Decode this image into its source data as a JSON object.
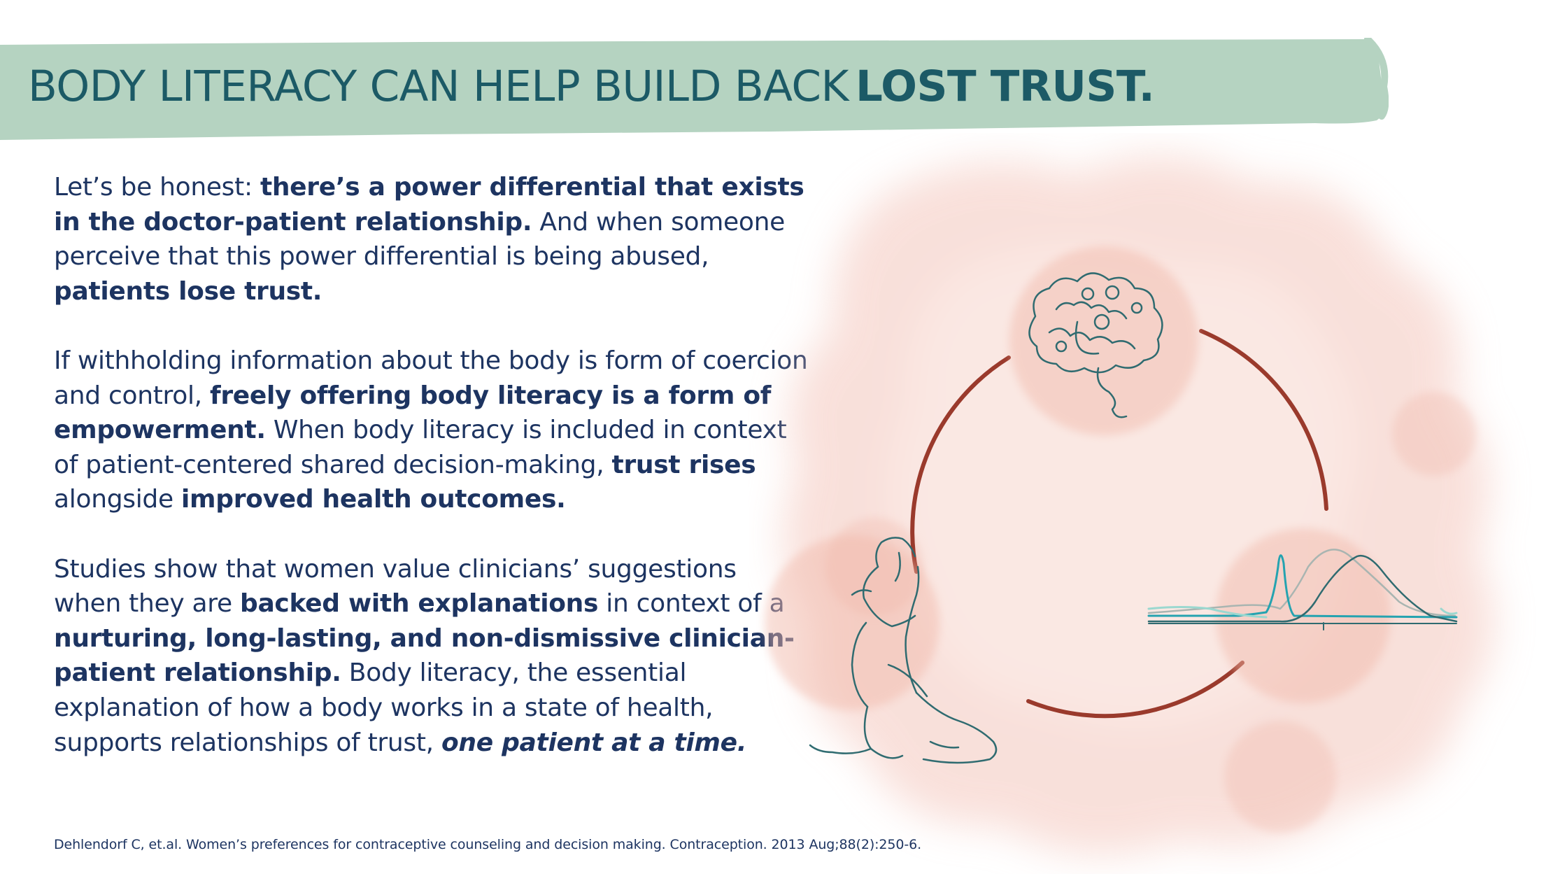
{
  "title": {
    "regular": "BODY LITERACY CAN HELP BUILD BACK",
    "bold": "LOST TRUST."
  },
  "paragraphs": {
    "p1": {
      "s1": "Let’s be honest: ",
      "s2": "there’s a power differential that exists in the doctor-patient relationship.",
      "s3": " And when someone perceive that this power differential is being abused, ",
      "s4": "patients lose trust."
    },
    "p2": {
      "s1": "If withholding information about the body is form of coercion and control, ",
      "s2": "freely offering body literacy is a form of empowerment.",
      "s3": "  When body literacy is included in context of patient-centered shared decision-making, ",
      "s4": "trust rises",
      "s5": " alongside ",
      "s6": "improved health outcomes."
    },
    "p3": {
      "s1": "Studies show that women value clinicians’ suggestions when they are ",
      "s2": "backed with explanations",
      "s3": " in context of a ",
      "s4": "nurturing, long-lasting, and non-dismissive clinician-patient relationship.",
      "s5": " Body literacy, the essential explanation of how a body works in a state of health, supports relationships of trust, ",
      "s6": "one patient at a time."
    }
  },
  "citation": "Dehlendorf C, et.al. Women’s preferences for contraceptive counseling and decision making. Contraception. 2013 Aug;88(2):250-6.",
  "colors": {
    "banner": "#b5d3c1",
    "title": "#1c5a66",
    "body_text": "#1d3461",
    "watercolor": "#f4c7bd",
    "cycle_ring": "#9a3a2c",
    "line_art": "#2f6b70"
  },
  "icons": [
    "brain-icon",
    "seated-woman-icon",
    "hormone-curve-icon"
  ]
}
